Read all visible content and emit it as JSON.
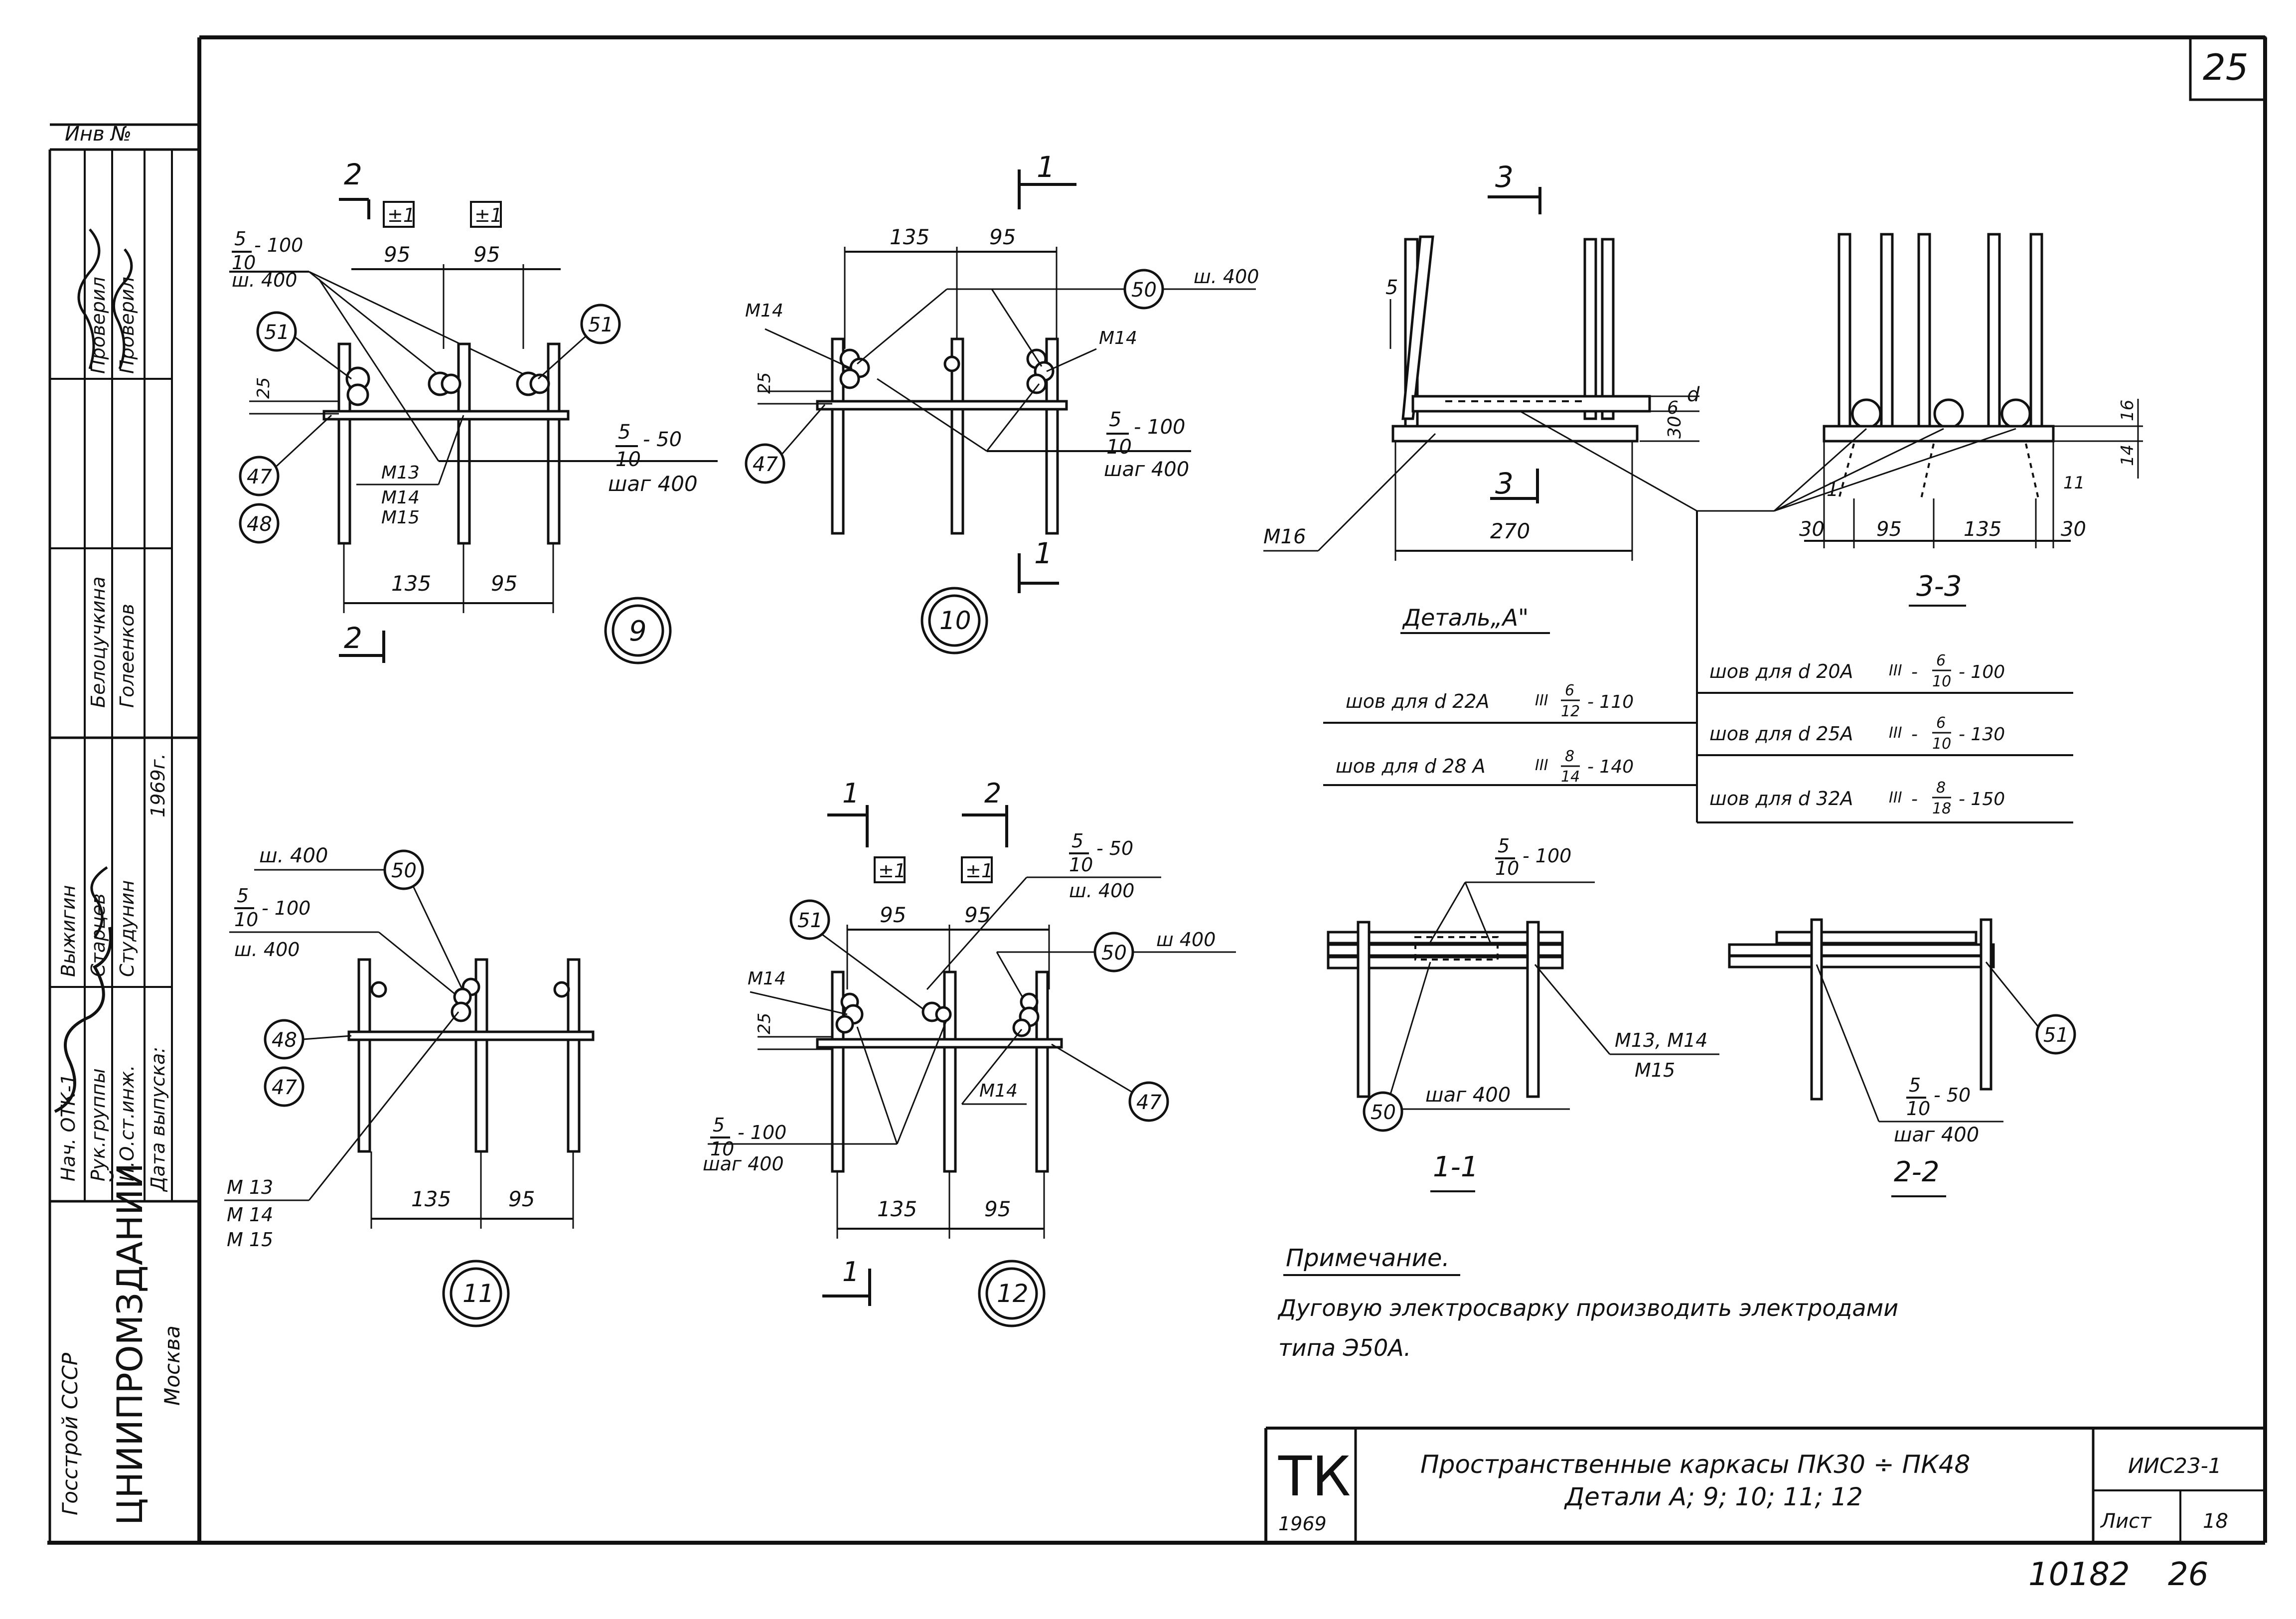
{
  "sheet": {
    "page_number": "25",
    "archive_number": "10182",
    "archive_page": "26",
    "inv_label": "Инв №"
  },
  "stamp_left": {
    "org": "Госстрой СССР",
    "institute": "ЦНИИПРОМЗДАНИЙ",
    "city": "Москва",
    "rows": [
      {
        "role": "Нач. ОТК-1",
        "name": "Выжигин"
      },
      {
        "role": "Рук.группы",
        "name": "Старцев"
      },
      {
        "role": "И.О.ст.инж.",
        "name": "Студунин"
      }
    ],
    "checkers": [
      {
        "role": "Проверил",
        "name": "Белоцучкина"
      },
      {
        "role": "Проверил",
        "name": "Голеенков"
      }
    ],
    "release_label": "Дата выпуска:",
    "release_year": "1969г."
  },
  "title_block": {
    "series": "ТК",
    "year": "1969",
    "title_line1": "Пространственные каркасы ПК30 ÷ ПК48",
    "title_line2": "Детали А; 9; 10; 11; 12",
    "code": "ИИС23-1",
    "sheet_label": "Лист",
    "sheet_no": "18"
  },
  "note": {
    "heading": "Примечание.",
    "line1": "Дуговую электросварку производить электродами",
    "line2": "типа Э50А."
  },
  "detail9": {
    "id": "9",
    "section_top": "2",
    "section_bottom": "2",
    "mark_left": "±1",
    "mark_right": "±1",
    "dim_top_left": "95",
    "dim_top_right": "95",
    "dim_bottom_left": "135",
    "dim_bottom_right": "95",
    "dim_vertical": "25",
    "weld_top_num": "5",
    "weld_top_den": "10",
    "weld_top_len": "- 100",
    "weld_top_step": "ш. 400",
    "weld_right_num": "5",
    "weld_right_den": "10",
    "weld_right_len": "- 50",
    "weld_right_step": "шаг 400",
    "bubble_left": "51",
    "bubble_right": "51",
    "bubble_47": "47",
    "bubble_48": "48",
    "marks_1": "М13",
    "marks_2": "М14",
    "marks_3": "М15"
  },
  "detail10": {
    "id": "10",
    "section_top": "1",
    "section_bottom": "1",
    "dim_left": "135",
    "dim_right": "95",
    "dim_vertical": "25",
    "mark_left": "М14",
    "mark_right": "М14",
    "bubble_50": "50",
    "bubble_50_step": "ш. 400",
    "bubble_47": "47",
    "weld_num": "5",
    "weld_den": "10",
    "weld_len": "- 100",
    "weld_step": "шаг 400"
  },
  "detail11": {
    "id": "11",
    "step_top": "ш. 400",
    "weld_num": "5",
    "weld_den": "10",
    "weld_len": "- 100",
    "weld_step": "ш. 400",
    "bubble_50": "50",
    "bubble_48": "48",
    "bubble_47": "47",
    "marks_1": "М 13",
    "marks_2": "М 14",
    "marks_3": "М 15",
    "dim_left": "135",
    "dim_right": "95"
  },
  "detail12": {
    "id": "12",
    "section_1": "1",
    "section_2": "2",
    "section_bottom": "1",
    "mark_left": "±1",
    "mark_right": "±1",
    "dim_top_left": "95",
    "dim_top_right": "95",
    "dim_bottom_left": "135",
    "dim_bottom_right": "95",
    "dim_vertical": "25",
    "weld_top_num": "5",
    "weld_top_den": "10",
    "weld_top_len": "- 50",
    "weld_top_step": "ш. 400",
    "bubble_51": "51",
    "bubble_50": "50",
    "bubble_50_step": "ш 400",
    "bubble_47": "47",
    "mark_m14_left": "М14",
    "mark_m14_mid": "М14",
    "weld_bottom_num": "5",
    "weld_bottom_den": "10",
    "weld_bottom_len": "- 100",
    "weld_bottom_step": "шаг 400"
  },
  "detailA": {
    "title": "Деталь„А\"",
    "section": "3",
    "dim_width": "270",
    "dim_5": "5",
    "dim_d": "d",
    "dim_6": "6",
    "dim_30": "30",
    "mark": "М16"
  },
  "section33": {
    "title": "3-3",
    "dim_16": "16",
    "dim_14": "14",
    "dim_11": "11",
    "dim_1": "1",
    "dim_30_left": "30",
    "dim_95": "95",
    "dim_135": "135",
    "dim_30_right": "30"
  },
  "welds_table": {
    "left": [
      {
        "prefix": "шов для d 22А",
        "cls": "III",
        "num": "6",
        "den": "12",
        "len": "- 110"
      },
      {
        "prefix": "шов для d 28 А",
        "cls": "III",
        "num": "8",
        "den": "14",
        "len": "- 140"
      }
    ],
    "right": [
      {
        "prefix": "шов для d 20А",
        "cls": "III",
        "num": "6",
        "den": "10",
        "len": "- 100"
      },
      {
        "prefix": "шов для d 25А",
        "cls": "III",
        "num": "6",
        "den": "10",
        "len": "- 130"
      },
      {
        "prefix": "шов для d 32А",
        "cls": "III",
        "num": "8",
        "den": "18",
        "len": "- 150"
      }
    ]
  },
  "section11": {
    "title": "1-1",
    "weld_num": "5",
    "weld_den": "10",
    "weld_len": "- 100",
    "marks_1": "М13, М14",
    "marks_2": "М15",
    "bubble_50": "50",
    "step": "шаг 400"
  },
  "section22": {
    "title": "2-2",
    "bubble_51": "51",
    "weld_num": "5",
    "weld_den": "10",
    "weld_len": "- 50",
    "weld_step": "шаг 400"
  }
}
